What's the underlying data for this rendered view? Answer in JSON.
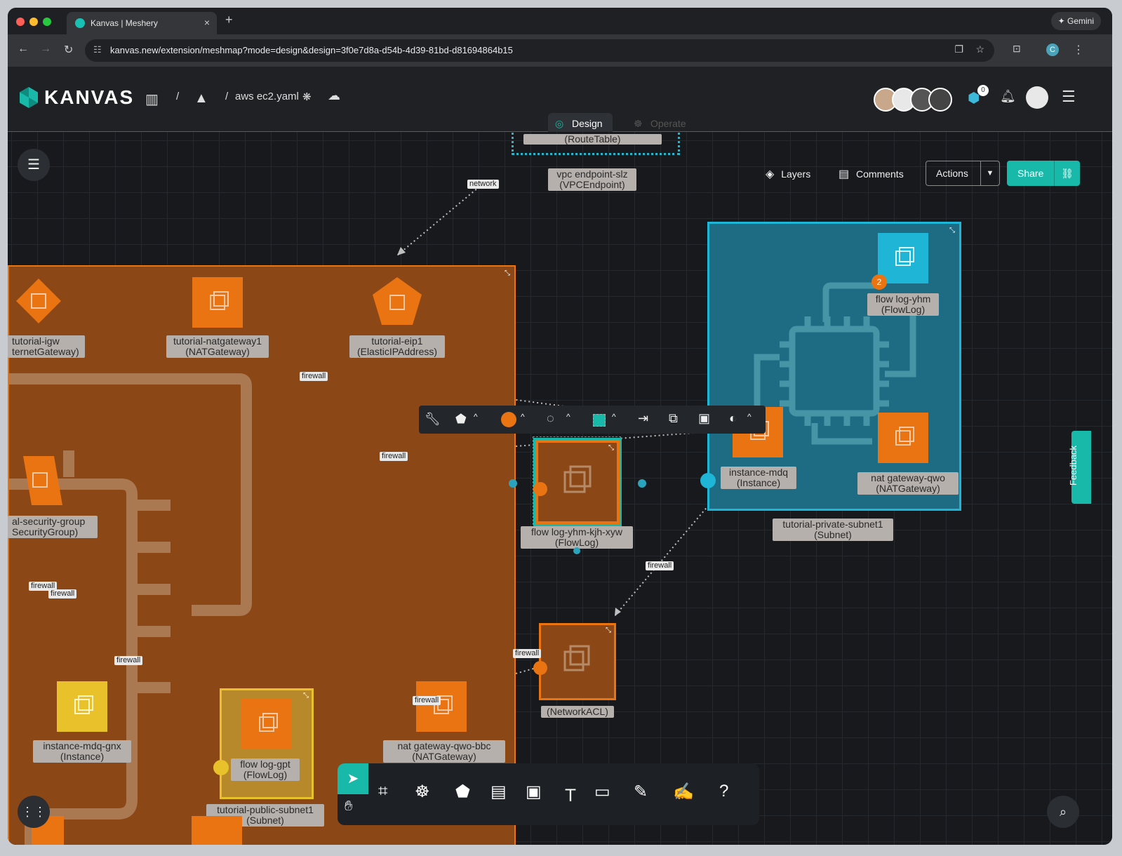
{
  "browser": {
    "tab_title": "Kanvas | Meshery",
    "close": "×",
    "new_tab": "+",
    "gemini": "✦ Gemini",
    "url": "kanvas.new/extension/meshmap?mode=design&design=3f0e7d8a-d54b-4d39-81bd-d81694864b15",
    "profile": "C"
  },
  "app": {
    "logo": "KANVAS",
    "slash1": "/",
    "slash2": "/",
    "design_file": "aws ec2.yaml",
    "notifications_count": "0",
    "modes": {
      "design": "Design",
      "operate": "Operate"
    },
    "actions": {
      "layers": "Layers",
      "comments": "Comments",
      "actions": "Actions",
      "share": "Share"
    },
    "feedback": "Feedback"
  },
  "nodes": {
    "routetable": "(RouteTable)",
    "vpc_endpoint": [
      "vpc endpoint-slz",
      "(VPCEndpoint)"
    ],
    "igw": [
      "tutorial-igw",
      "ternetGateway)"
    ],
    "natgw1": [
      "tutorial-natgateway1",
      "(NATGateway)"
    ],
    "eip": [
      "tutorial-eip1",
      "(ElasticIPAddress)"
    ],
    "secgroup": [
      "al-security-group",
      "SecurityGroup)"
    ],
    "flowlog_kjh": [
      "flow log-yhm-kjh-xyw",
      "(FlowLog)"
    ],
    "networkacl": "(NetworkACL)",
    "instance_gnx": [
      "instance-mdq-gnx",
      "(Instance)"
    ],
    "flowlog_gpt": [
      "flow log-gpt",
      "(FlowLog)"
    ],
    "natgw_bbc": [
      "nat gateway-qwo-bbc",
      "(NATGateway)"
    ],
    "public_subnet": [
      "tutorial-public-subnet1",
      "(Subnet)"
    ],
    "flowlog_yhm": [
      "flow log-yhm",
      "(FlowLog)"
    ],
    "flowlog_yhm_badge": "2",
    "instance_mdq": [
      "instance-mdq",
      "(Instance)"
    ],
    "natgw_qwo": [
      "nat gateway-qwo",
      "(NATGateway)"
    ],
    "private_subnet": [
      "tutorial-private-subnet1",
      "(Subnet)"
    ]
  },
  "edges": {
    "network": "network",
    "firewall": "firewall"
  },
  "colors": {
    "accent": "#19b9a9",
    "node_orange": "#ea7312",
    "public_subnet": "#8b4716",
    "private_subnet": "#1e6b84",
    "yellow": "#e9c12a"
  }
}
